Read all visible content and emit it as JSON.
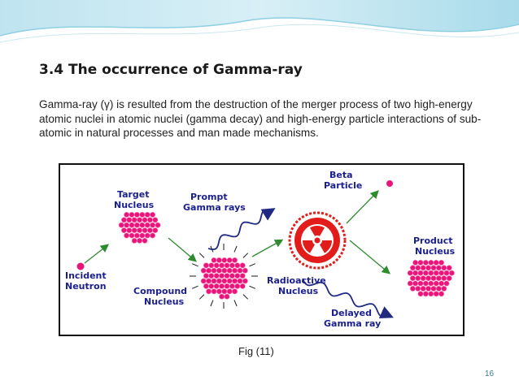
{
  "slide": {
    "title": "3.4 The occurrence of Gamma-ray",
    "paragraph": "Gamma-ray (γ) is resulted from the destruction of the merger process of two high-energy atomic nuclei in atomic nuclei (gamma decay) and high-energy particle interactions of sub-atomic in natural processes and man made mechanisms.",
    "figure_caption": "Fig (11)",
    "page_number": "16"
  },
  "diagram": {
    "labels": {
      "target_1": "Target",
      "target_2": "Nucleus",
      "prompt_1": "Prompt",
      "prompt_2": "Gamma rays",
      "beta_1": "Beta",
      "beta_2": "Particle",
      "product_1": "Product",
      "product_2": "Nucleus",
      "incident_1": "Incident",
      "incident_2": "Neutron",
      "compound_1": "Compound",
      "compound_2": "Nucleus",
      "radioactive_1": "Radioactive",
      "radioactive_2": "Nucleus",
      "delayed_1": "Delayed",
      "delayed_2": "Gamma ray"
    },
    "colors": {
      "nucleus": "#e8157a",
      "nucleus_highlight": "#ff6fb0",
      "arrow": "#2e8b2e",
      "gamma_wave": "#1f2a80",
      "label": "#1a1f8c",
      "radiation_symbol": "#e21b1b"
    },
    "icons": [
      "radiation-symbol-icon",
      "wavy-gamma-arrow-icon"
    ]
  }
}
